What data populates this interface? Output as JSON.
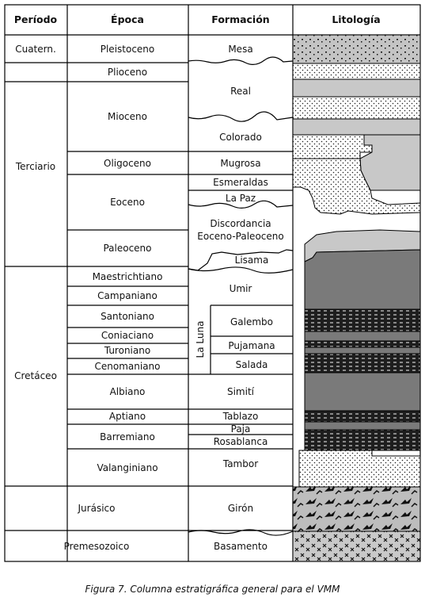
{
  "header": {
    "periodo": "Período",
    "epoca": "Época",
    "formacion": "Formación",
    "litologia": "Litología"
  },
  "periods": [
    {
      "label": "Cuatern."
    },
    {
      "label": "Terciario"
    },
    {
      "label": "Cretáceo"
    },
    {
      "label": "Jurásico"
    },
    {
      "label": "Premesozoico"
    }
  ],
  "epochs": [
    {
      "label": "Pleistoceno"
    },
    {
      "label": "Plioceno"
    },
    {
      "label": "Mioceno"
    },
    {
      "label": "Oligoceno"
    },
    {
      "label": "Eoceno"
    },
    {
      "label": "Paleoceno"
    },
    {
      "label": "Maestrichtiano"
    },
    {
      "label": "Campaniano"
    },
    {
      "label": "Santoniano"
    },
    {
      "label": "Coniaciano"
    },
    {
      "label": "Turoniano"
    },
    {
      "label": "Cenomaniano"
    },
    {
      "label": "Albiano"
    },
    {
      "label": "Aptiano"
    },
    {
      "label": "Barremiano"
    },
    {
      "label": "Valanginiano"
    }
  ],
  "formations": [
    {
      "label": "Mesa"
    },
    {
      "label": "Real"
    },
    {
      "label": "Colorado"
    },
    {
      "label": "Mugrosa"
    },
    {
      "label": "Esmeraldas"
    },
    {
      "label": "La Paz"
    },
    {
      "label": "Discordancia"
    },
    {
      "label": "Eoceno-Paleoceno"
    },
    {
      "label": "Lisama"
    },
    {
      "label": "Umir"
    },
    {
      "label": "La Luna"
    },
    {
      "label": "Galembo"
    },
    {
      "label": "Pujamana"
    },
    {
      "label": "Salada"
    },
    {
      "label": "Simití"
    },
    {
      "label": "Tablazo"
    },
    {
      "label": "Paja"
    },
    {
      "label": "Rosablanca"
    },
    {
      "label": "Tambor"
    },
    {
      "label": "Girón"
    },
    {
      "label": "Basamento"
    }
  ],
  "lithology_patterns": {
    "gravel": "#c4c4c4",
    "sandstone": "#ffffff",
    "mudstone": "#c8c8c8",
    "shale": "#7a7a7a",
    "limestone": "#2a2a2a",
    "conglomerate": "#bdbdbd",
    "basement": "#c9c9c9"
  },
  "caption": "Figura 7. Columna estratigráfica general para el VMM"
}
